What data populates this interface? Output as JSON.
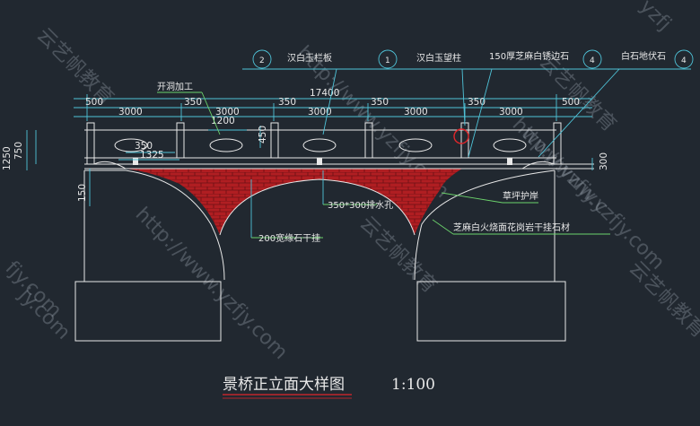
{
  "title": "景桥正立面大样图",
  "scale": "1:100",
  "callouts": {
    "c2": {
      "num": "2",
      "text": "汉白玉栏板"
    },
    "c1": {
      "num": "1",
      "text": "汉白玉望柱"
    },
    "c150": {
      "text": "150厚芝麻白锈边石"
    },
    "c4a": {
      "num": "4"
    },
    "c4b": {
      "num": "4"
    },
    "baishi": {
      "text": "白石地伏石"
    }
  },
  "labels": {
    "kaidong": "开洞加工",
    "drain": "350*300排水孔",
    "edge": "200宽缘石干挂",
    "revet": "草坪护岸",
    "granite": "芝麻白火烧面花岗岩干挂石材"
  },
  "dims": {
    "total": "17400",
    "d500": "500",
    "d350a": "350",
    "d350b": "350",
    "d350c": "350",
    "d350d": "350",
    "d500r": "500",
    "d3000a": "3000",
    "d3000b": "3000",
    "d3000c": "3000",
    "d3000d": "3000",
    "d3000e": "3000",
    "d1200": "1200",
    "d1250": "1250",
    "d750": "750",
    "d450": "450",
    "d350s": "350",
    "d1325": "1325",
    "d300": "300",
    "d150": "150"
  },
  "watermarks": {
    "url": "http://www.yzfjy.com",
    "brand": "云艺帆教育",
    "frag1": "yzfj",
    "frag2": "jy.com",
    "frag3": "fjy.com",
    "frag4": "www.yzfjy.c"
  },
  "colors": {
    "background": "#212830",
    "brick": "#b01e22",
    "line": "#e8e8e8",
    "dimension": "#4fc3d8",
    "leader": "#6cd36c",
    "marker": "#e0262a"
  }
}
